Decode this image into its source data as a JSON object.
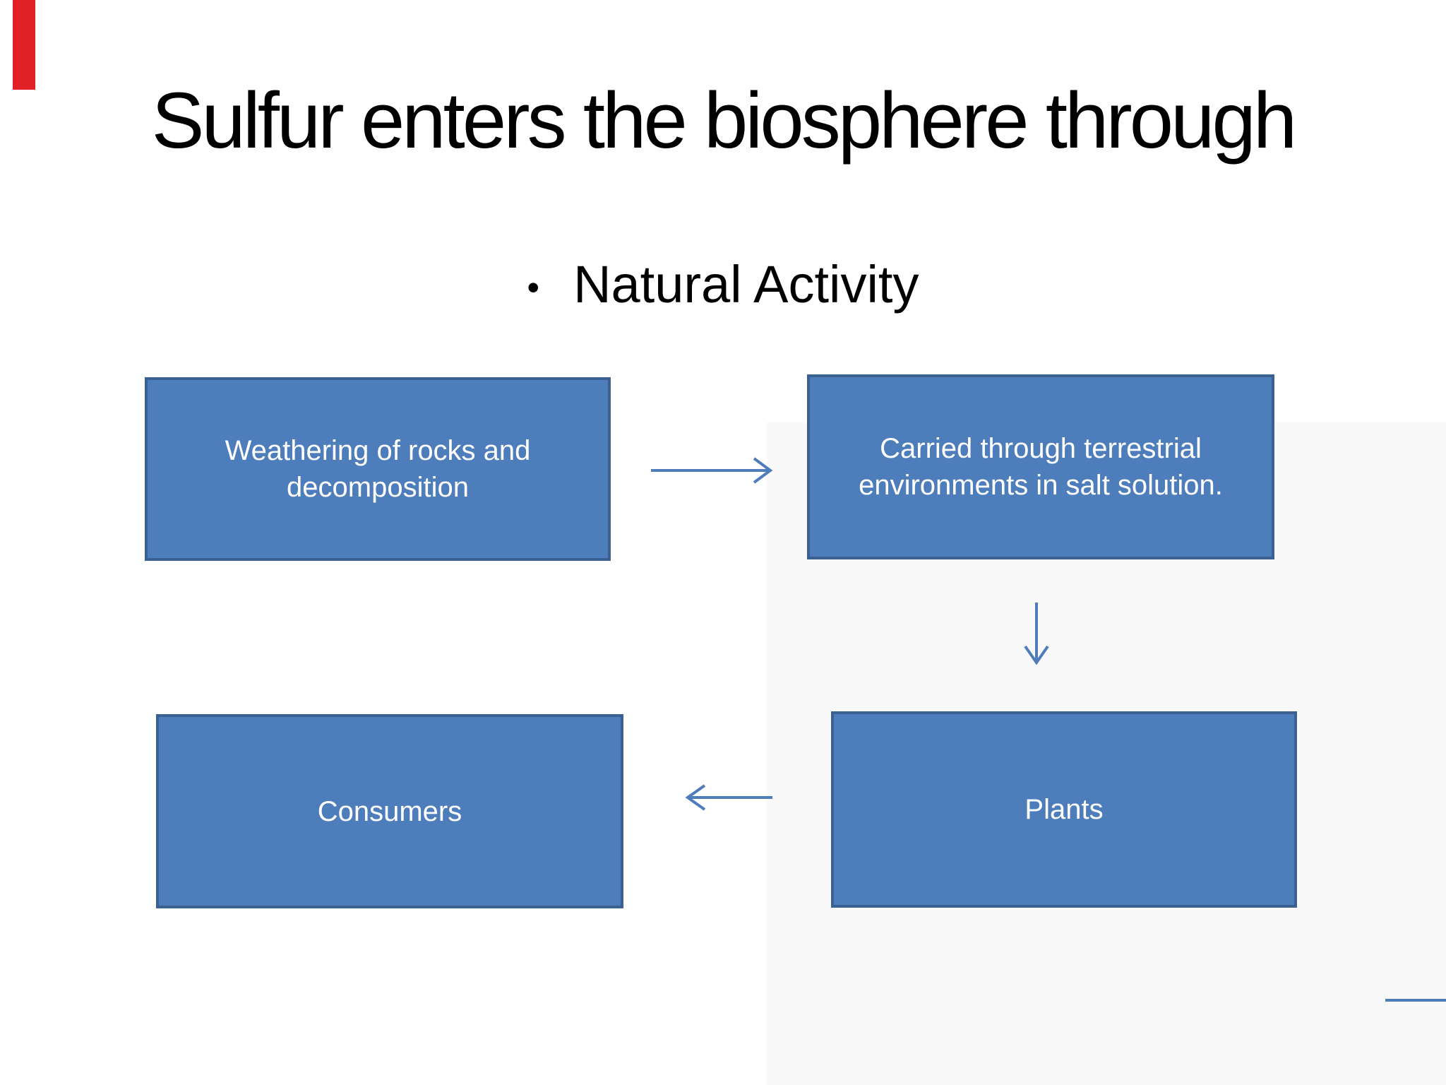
{
  "slide": {
    "title": "Sulfur enters the biosphere through",
    "bullet": {
      "marker": "•",
      "label": "Natural Activity"
    },
    "boxes": {
      "weathering": {
        "label": "Weathering of rocks and decomposition"
      },
      "carried": {
        "label": "Carried through terrestrial environments in salt solution."
      },
      "plants": {
        "label": "Plants"
      },
      "consumers": {
        "label": "Consumers"
      }
    },
    "colors": {
      "box_fill": "#4e7dbb",
      "box_border": "#3b6193",
      "arrow": "#4f7cba",
      "accent_bar": "#e02127",
      "footer_line": "#4f7cba",
      "title_text": "#000000",
      "text_on_box": "#ffffff"
    }
  }
}
